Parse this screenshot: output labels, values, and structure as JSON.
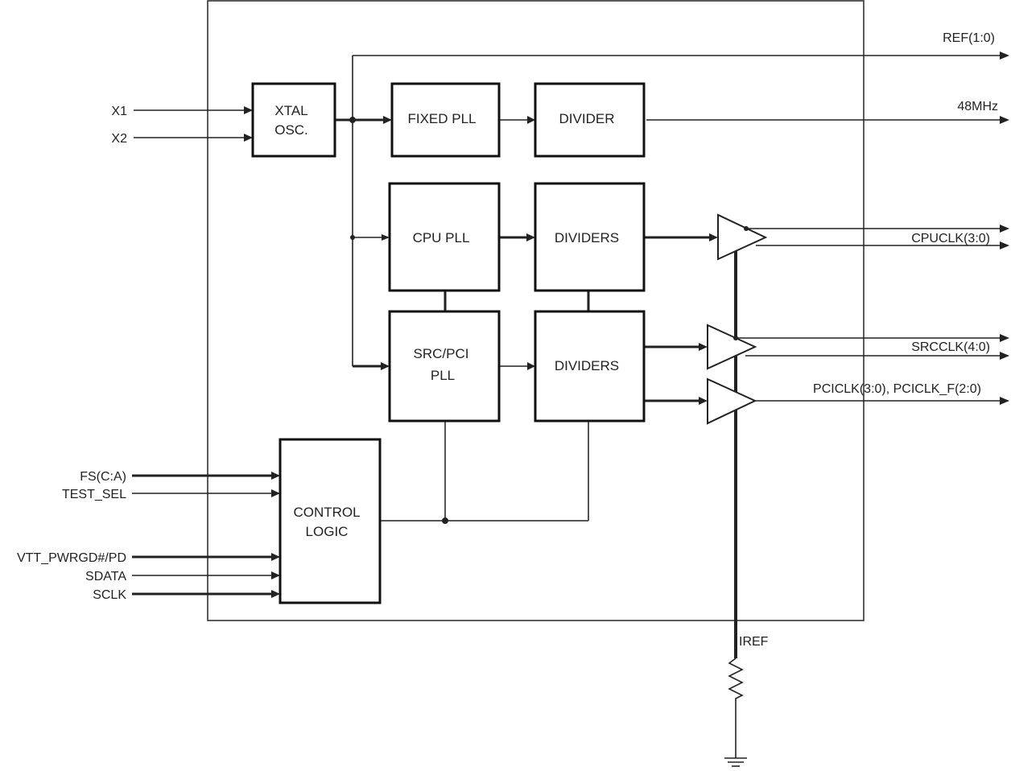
{
  "blocks": {
    "xtal_line1": "XTAL",
    "xtal_line2": "OSC.",
    "fixed_pll": "FIXED PLL",
    "divider": "DIVIDER",
    "cpu_pll": "CPU PLL",
    "dividers_cpu": "DIVIDERS",
    "src_pci_line1": "SRC/PCI",
    "src_pci_line2": "PLL",
    "dividers_src": "DIVIDERS",
    "control_line1": "CONTROL",
    "control_line2": "LOGIC"
  },
  "inputs": {
    "x1": "X1",
    "x2": "X2",
    "fs": "FS(C:A)",
    "test_sel": "TEST_SEL",
    "vtt": "VTT_PWRGD#/PD",
    "sdata": "SDATA",
    "sclk": "SCLK"
  },
  "outputs": {
    "ref": "REF(1:0)",
    "mhz48": "48MHz",
    "cpuclk": "CPUCLK(3:0)",
    "srcclk": "SRCCLK(4:0)",
    "pciclk": "PCICLK(3:0), PCICLK_F(2:0)"
  },
  "iref": "IREF"
}
